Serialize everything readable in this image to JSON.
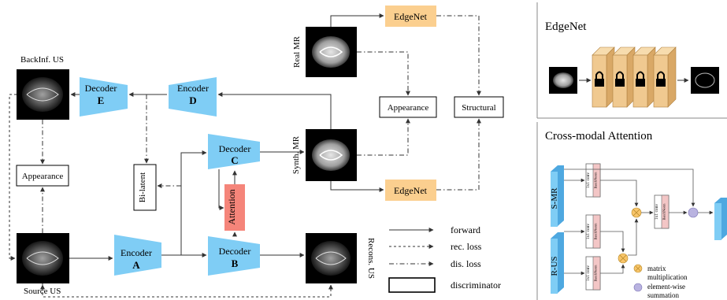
{
  "colors": {
    "encoder_fill": "#7fcdf5",
    "edgenet_fill": "#fbcf8f",
    "attention_fill": "#f5857a",
    "label_purple": "#4b2a9b",
    "block_fill": "#f0c990",
    "panel_border": "#888888",
    "mult_fill": "#f8c56a",
    "sum_fill": "#b9b3e0"
  },
  "main": {
    "labels": {
      "backinf_us": "BackInf. US",
      "real_mr": "Real MR",
      "synth_mr": "Synth. MR",
      "source_us": "Source US",
      "recons_us": "Recons. US"
    },
    "decoder_e": {
      "title": "Decoder",
      "letter": "E"
    },
    "encoder_d": {
      "title": "Encoder",
      "letter": "D"
    },
    "decoder_c": {
      "title": "Decoder",
      "letter": "C"
    },
    "encoder_a": {
      "title": "Encoder",
      "letter": "A"
    },
    "decoder_b": {
      "title": "Decoder",
      "letter": "B"
    },
    "edgenet_top": "EdgeNet",
    "edgenet_bottom": "EdgeNet",
    "appearance_right": "Appearance",
    "structural": "Structural",
    "appearance_left": "Appearance",
    "bi_latent": "Bi-latent",
    "attention": "Attention"
  },
  "legend": {
    "forward": "forward",
    "rec_loss": "rec. loss",
    "dis_loss": "dis. loss",
    "discriminator": "discriminator"
  },
  "edgenet_panel": {
    "title": "EdgeNet"
  },
  "attention_panel": {
    "title": "Cross-modal Attention",
    "s_mr": "S-MR",
    "r_us": "R-US",
    "conv": "1x1 conv",
    "batchnorm": "BatchNorm",
    "matrix_mult": "matrix multiplication",
    "element_sum": "element-wise summation"
  }
}
